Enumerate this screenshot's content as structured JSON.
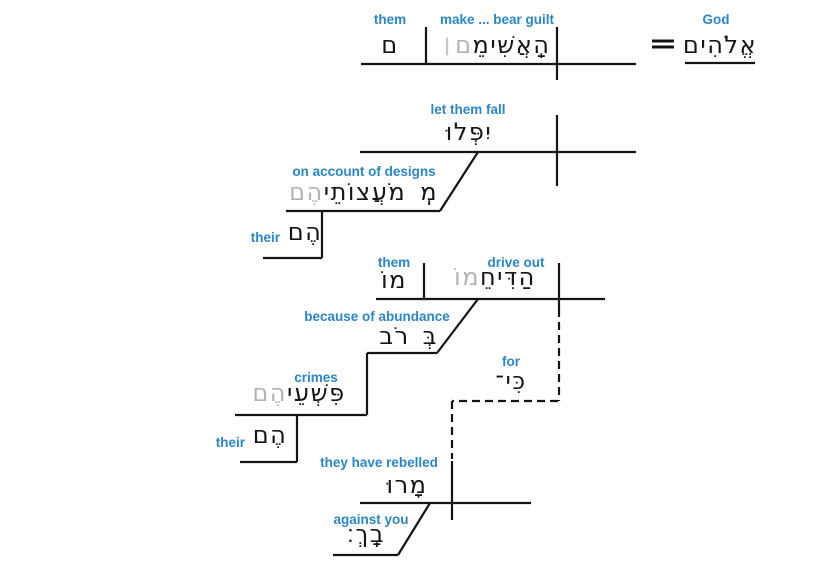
{
  "colors": {
    "label_blue": "#2b86c8",
    "suffix_gray": "#b4b4b4",
    "paseq_gray": "#c6c6c6",
    "line_black": "#141414",
    "hebrew_black": "#161616",
    "background": "#ffffff"
  },
  "c1": {
    "object_gloss": "them",
    "object_hebrew": "ם",
    "verb_gloss": "make ... bear guilt",
    "verb_stem": "הַֽאֲשִׁימֵ",
    "verb_suffix": "ם",
    "paseq": "׀",
    "equals_sign": "=",
    "subject_gloss": "God",
    "subject_hebrew": "אֱלֹהִים"
  },
  "c2": {
    "verb_gloss": "let them fall",
    "verb_hebrew": "יִפְּלוּ",
    "pp_gloss": "on account of designs",
    "prep": "מִֽ",
    "noun_stem": "מֹעֲצוֹתֵי",
    "noun_suffix": "הֶם",
    "poss_gloss": "their",
    "poss_hebrew": "הֶם"
  },
  "c3": {
    "object_gloss": "them",
    "object_hebrew": "מוֹ",
    "verb_gloss": "drive out",
    "verb_stem": "הַדִּיחֵ",
    "verb_suffix": "מוֹ",
    "pp_gloss": "because of abundance",
    "prep": "בְּ",
    "noun": "רֹב",
    "gen_gloss": "crimes",
    "gen_stem": "פִּשְׁעֵי",
    "gen_suffix": "הֶם",
    "poss_gloss": "their",
    "poss_hebrew": "הֶם",
    "conj_gloss": "for",
    "conj_hebrew": "כִּי־"
  },
  "c4": {
    "verb_gloss": "they have rebelled",
    "verb_hebrew": "מָרוּ",
    "pp_gloss": "against you",
    "pp_hebrew": "בָֽךְ׃"
  }
}
